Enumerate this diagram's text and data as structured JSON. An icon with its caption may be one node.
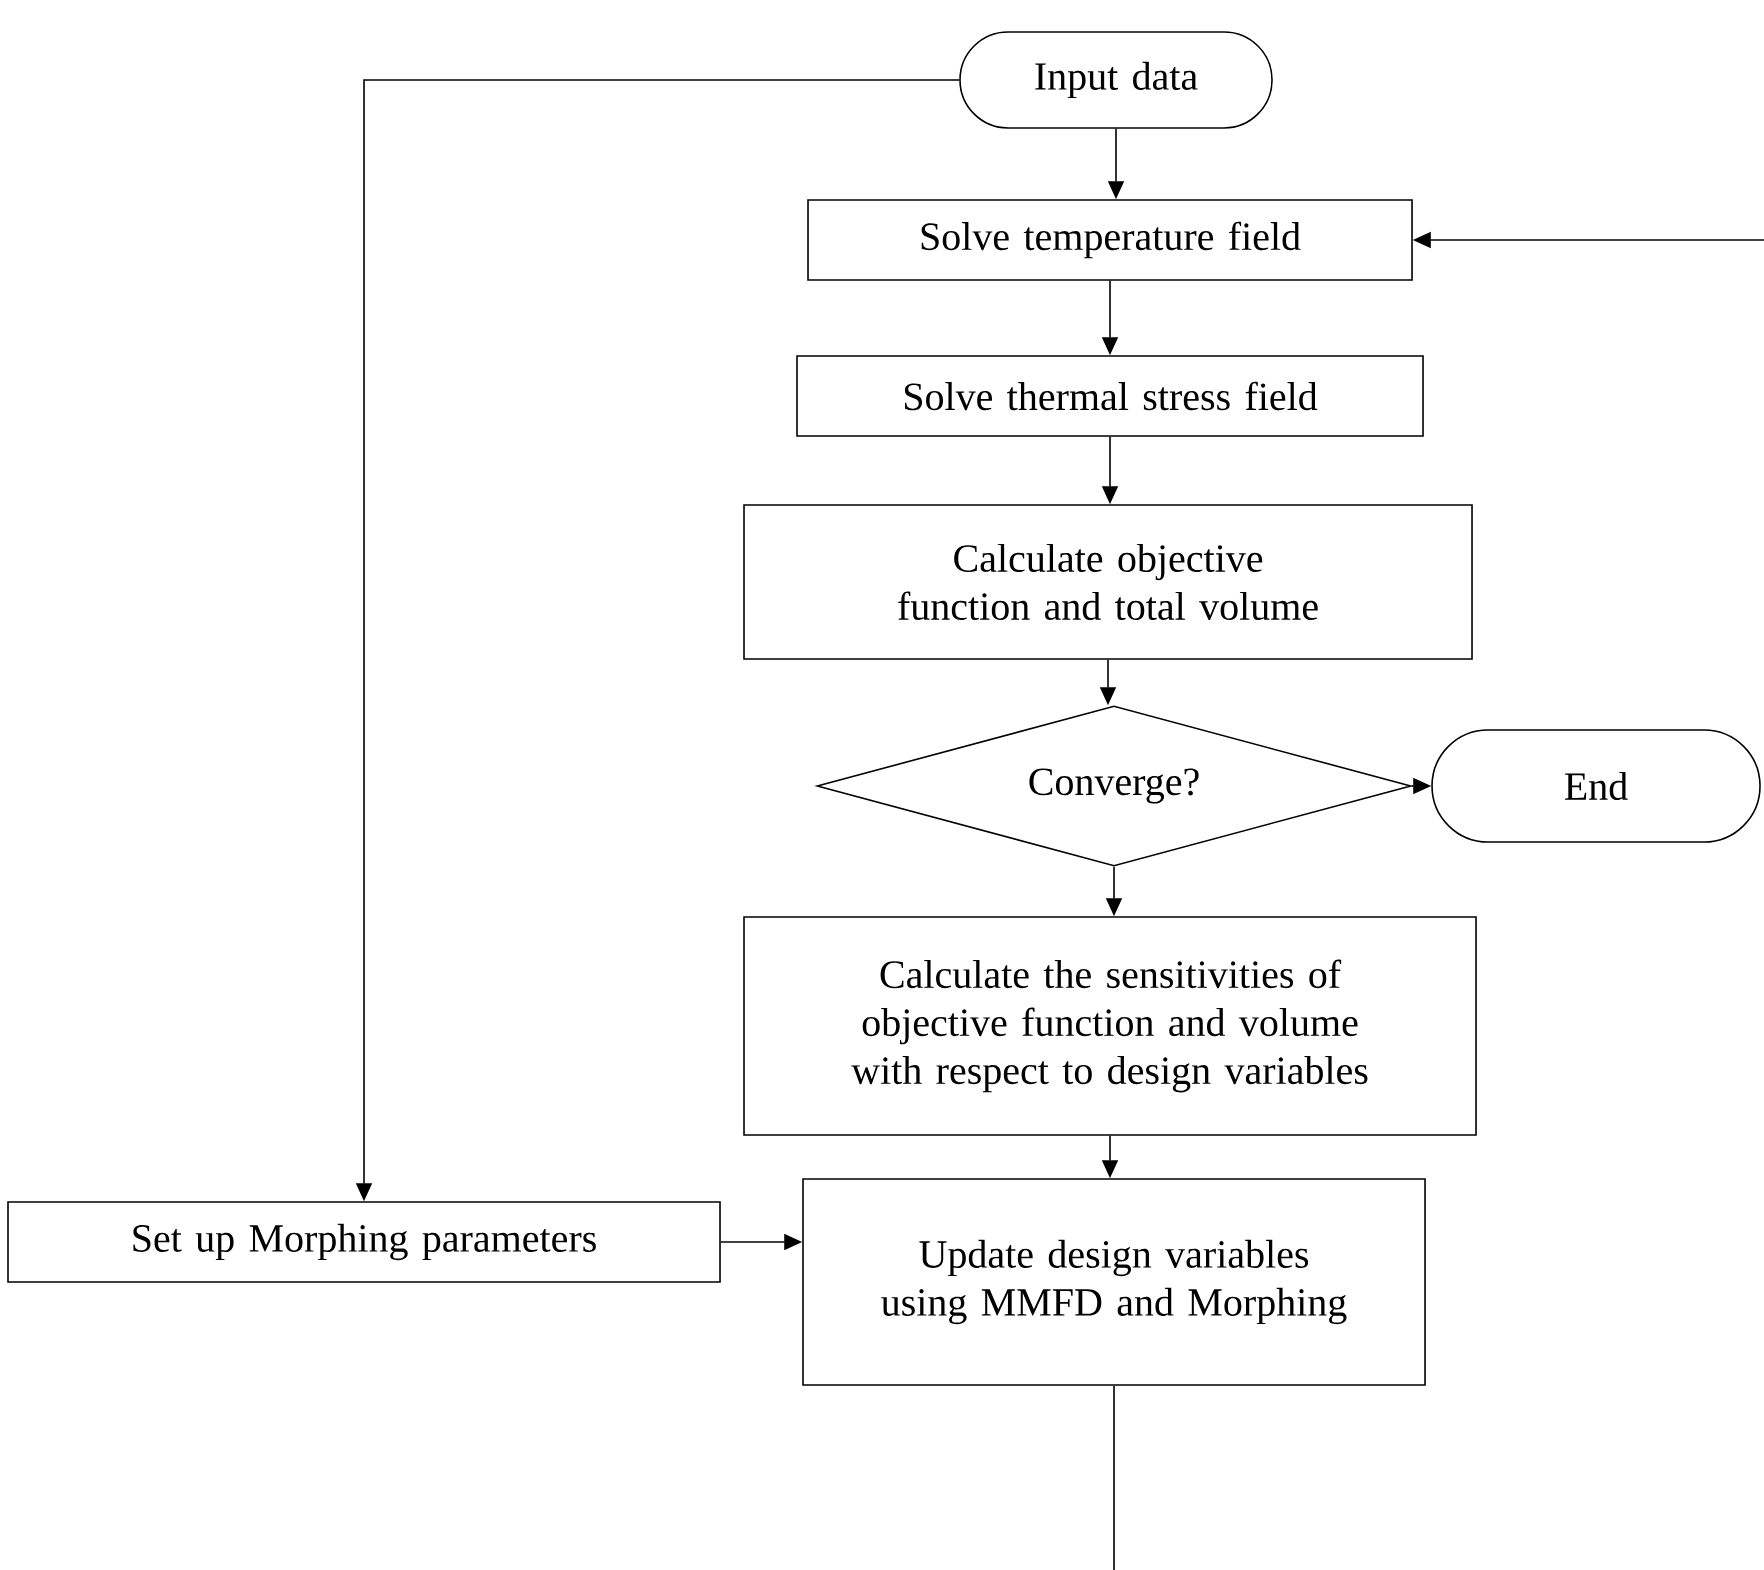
{
  "diagram": {
    "nodes": [
      {
        "text": [
          "Input data"
        ]
      },
      {
        "text": [
          "Solve temperature field"
        ]
      },
      {
        "text": [
          "Solve thermal stress field"
        ]
      },
      {
        "text": [
          "Calculate objective function and total volume"
        ]
      },
      {
        "text": [
          "Converge?"
        ]
      },
      {
        "text": [
          "End"
        ]
      },
      {
        "text": [
          "Calculate the sensitivities of objective function and volume with respect to design variables"
        ]
      },
      {
        "text": [
          "Set up Morphing parameters"
        ]
      },
      {
        "text": [
          "Update design variables using MMFD and Morphing"
        ]
      }
    ],
    "edges": [
      {
        "from": 0,
        "to": 1,
        "arrow": "to"
      },
      {
        "from": 1,
        "to": 2,
        "arrow": "to"
      },
      {
        "from": 2,
        "to": 3,
        "arrow": "to"
      },
      {
        "from": 3,
        "to": 4,
        "arrow": "to"
      },
      {
        "from": 4,
        "to": 5,
        "arrow": "to"
      },
      {
        "from": 4,
        "to": 6,
        "arrow": "to"
      },
      {
        "from": 6,
        "to": 8,
        "arrow": "to"
      },
      {
        "from": 0,
        "to": 7,
        "arrow": "to"
      },
      {
        "from": 7,
        "to": 8,
        "arrow": "to"
      },
      {
        "from": 8,
        "to": null,
        "arrow": "none"
      },
      {
        "from": null,
        "to": 1,
        "arrow": "to"
      }
    ]
  }
}
